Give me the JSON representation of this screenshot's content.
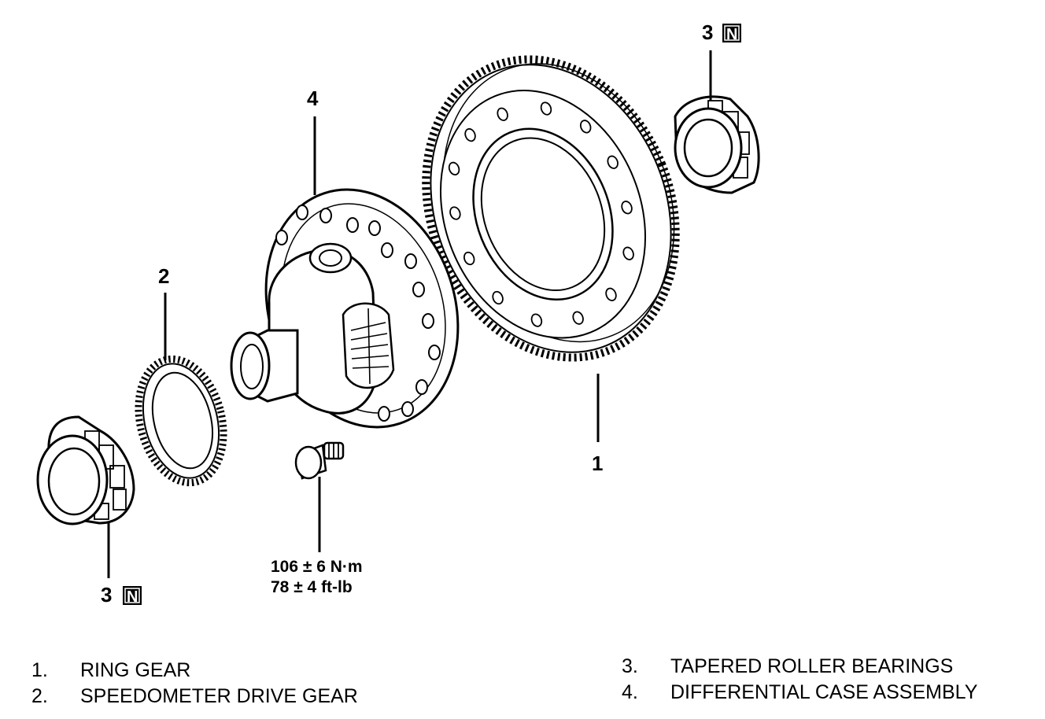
{
  "callouts": {
    "ring_gear": "1",
    "speedo_gear": "2",
    "bearing_top": "3",
    "bearing_bottom": "3",
    "diff_case": "4",
    "new_part_mark": "N"
  },
  "torque": {
    "metric": "106 ± 6 N·m",
    "imperial": "78 ± 4 ft-lb"
  },
  "legend": [
    {
      "num": "1.",
      "label": "RING GEAR"
    },
    {
      "num": "2.",
      "label": "SPEEDOMETER DRIVE GEAR"
    },
    {
      "num": "3.",
      "label": "TAPERED ROLLER BEARINGS"
    },
    {
      "num": "4.",
      "label": "DIFFERENTIAL CASE ASSEMBLY"
    }
  ]
}
